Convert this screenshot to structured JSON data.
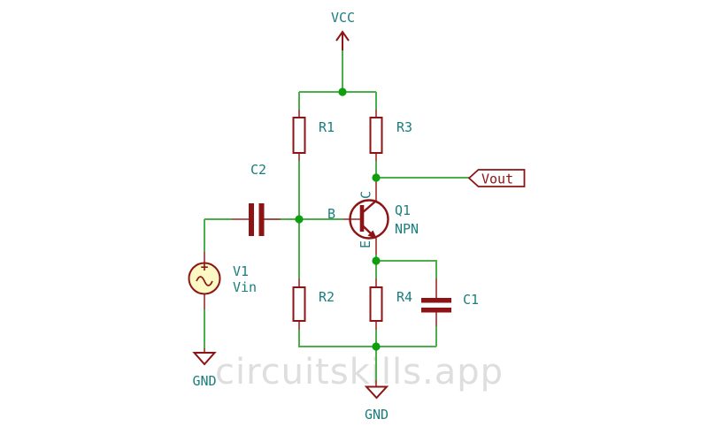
{
  "watermark": {
    "text": "circuitskills.app"
  },
  "power": {
    "vcc_label": "VCC",
    "gnd_left_label": "GND",
    "gnd_bottom_label": "GND"
  },
  "components": {
    "r1": "R1",
    "r2": "R2",
    "r3": "R3",
    "r4": "R4",
    "c1": "C1",
    "c2": "C2",
    "q1_ref": "Q1",
    "q1_value": "NPN",
    "q1_pin_b": "B",
    "q1_pin_c": "C",
    "q1_pin_e": "E",
    "v1_ref": "V1",
    "v1_value": "Vin"
  },
  "nets": {
    "vout_label": "Vout"
  },
  "colors": {
    "wire": "#4BAE4B",
    "junction": "#0E9E0E",
    "symbol": "#8C1414",
    "pin": "#A34545",
    "field_text": "#1B7E7E",
    "source_fill": "#FCF9C5",
    "watermark": "#DEDEDE",
    "background": "#FFFFFF"
  }
}
